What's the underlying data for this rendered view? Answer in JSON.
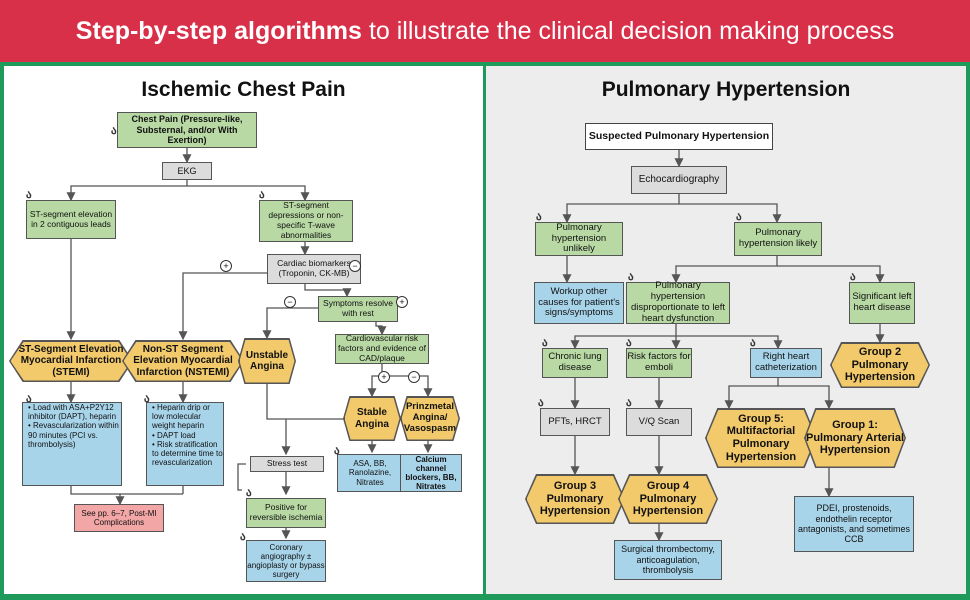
{
  "banner": {
    "bold": "Step-by-step algorithms",
    "rest": "to illustrate the clinical decision making process"
  },
  "left": {
    "title": "Ischemic Chest Pain",
    "chest_pain": "Chest Pain (Pressure-like, Substernal, and/or With Exertion)",
    "ekg": "EKG",
    "st_elev": "ST-segment elevation in 2 contiguous leads",
    "st_dep": "ST-segment depressions or non-specific T-wave abnormalities",
    "biomarkers": "Cardiac biomarkers (Troponin, CK-MB)",
    "symptoms": "Symptoms resolve with rest",
    "stemi": "ST-Segment Elevation Myocardial Infarction (STEMI)",
    "nstemi": "Non-ST Segment Elevation Myocardial Infarction (NSTEMI)",
    "unstable": "Unstable Angina",
    "risk": "Cardiovascular risk factors and evidence of CAD/plaque",
    "stable": "Stable Angina",
    "prinz": "Prinzmetal Angina/ Vasospasm",
    "stemi_tx": [
      "• Load with ASA+P2Y12 inhibitor (DAPT), heparin",
      "• Revascularization within 90 minutes (PCI vs. thrombolysis)"
    ],
    "nstemi_tx": [
      "• Heparin drip or low molecular weight heparin",
      "• DAPT load",
      "• Risk stratification to determine time to revascularization"
    ],
    "stable_tx": "ASA, BB, Ranolazine, Nitrates",
    "prinz_tx": "Calcium channel blockers, BB, Nitrates",
    "see_pp": "See pp. 6–7, Post-MI Complications",
    "stress": "Stress test",
    "positive": "Positive for reversible ischemia",
    "coronary": "Coronary angiography ± angioplasty or bypass surgery",
    "plus": "+",
    "minus": "−"
  },
  "right": {
    "title": "Pulmonary Hypertension",
    "suspected": "Suspected Pulmonary Hypertension",
    "echo": "Echocardiography",
    "ph_unlikely": "Pulmonary hypertension unlikely",
    "ph_likely": "Pulmonary hypertension likely",
    "workup": "Workup other causes for patient's signs/symptoms",
    "disprop": "Pulmonary hypertension disproportionate to left heart dysfunction",
    "significant": "Significant left heart disease",
    "group2": "Group 2 Pulmonary Hypertension",
    "lung": "Chronic lung disease",
    "emboli": "Risk factors for emboli",
    "rhc": "Right heart catheterization",
    "pfts": "PFTs, HRCT",
    "vq": "V/Q Scan",
    "group5": "Group 5: Multifactorial Pulmonary Hypertension",
    "group1": "Group 1: Pulmonary Arterial Hypertension",
    "group3": "Group 3 Pulmonary Hypertension",
    "group4": "Group 4 Pulmonary Hypertension",
    "surgical": "Surgical thrombectomy, anticoagulation, thrombolysis",
    "pde": "PDEI, prostenoids, endothelin receptor antagonists, and sometimes CCB"
  },
  "icons": {
    "check": "stethoscope-icon"
  },
  "colors": {
    "banner": "#d9304a",
    "border": "#1f9a5a",
    "green_box": "#b8d9a4",
    "blue_box": "#a8d4ea",
    "hexagon": "#f2c96b",
    "pink_box": "#f2a6a6"
  }
}
